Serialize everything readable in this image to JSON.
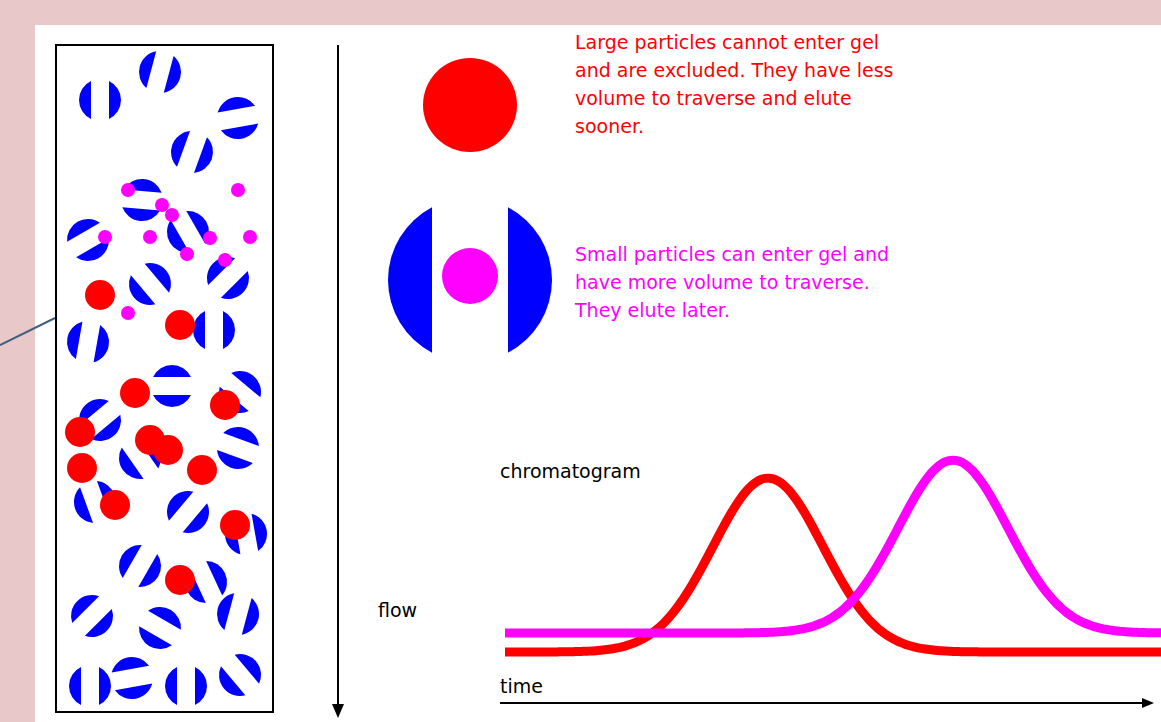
{
  "diagram": {
    "labels": [
      "Large particles cannot enter gel and are excluded. They have less volume to traverse and elute sooner.",
      "Small particles can enter gel and have more volume to traverse. They elute later.",
      "chromatogram",
      "flow",
      "time"
    ]
  }
}
